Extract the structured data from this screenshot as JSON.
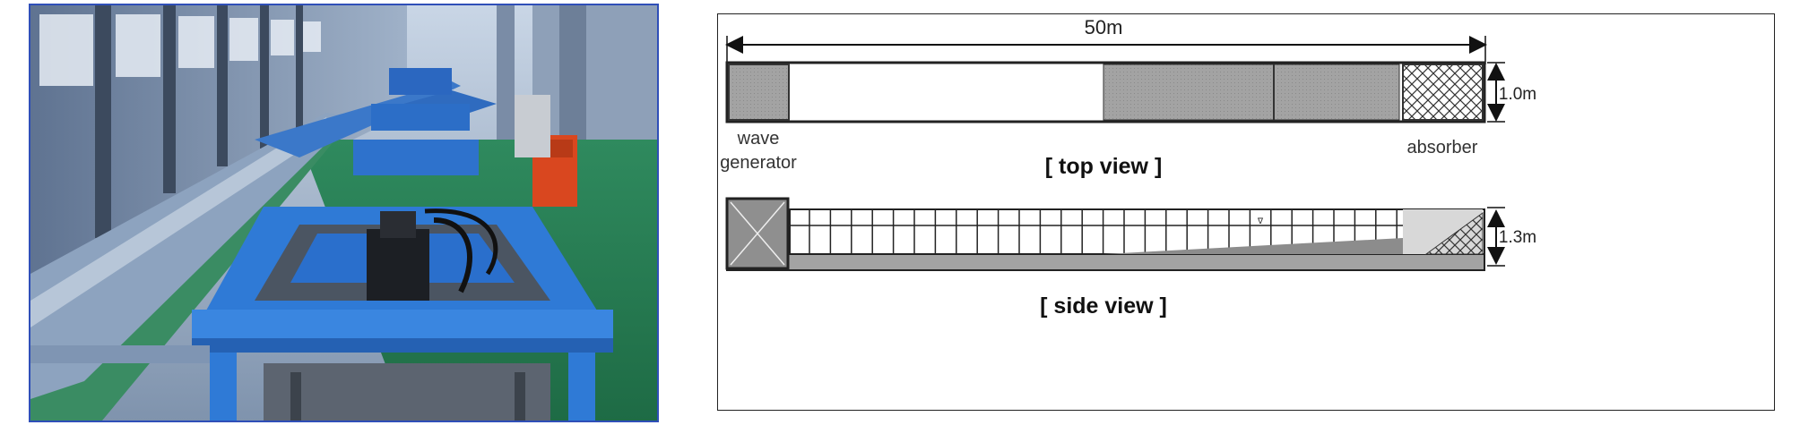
{
  "photo": {
    "description_icon": "wave-flume-facility-photo"
  },
  "diagram": {
    "length_label": "50m",
    "top_view": {
      "height_label": "1.0m",
      "title": "[ top view ]",
      "left_label_line1": "wave",
      "left_label_line2": "generator",
      "right_label": "absorber"
    },
    "side_view": {
      "height_label": "1.3m",
      "title": "[ side view ]",
      "water_level_symbol": "∇"
    }
  },
  "colors": {
    "photo_border": "#2f4fb8",
    "gray_fill": "#9a9a9a",
    "dark_line": "#222222"
  }
}
